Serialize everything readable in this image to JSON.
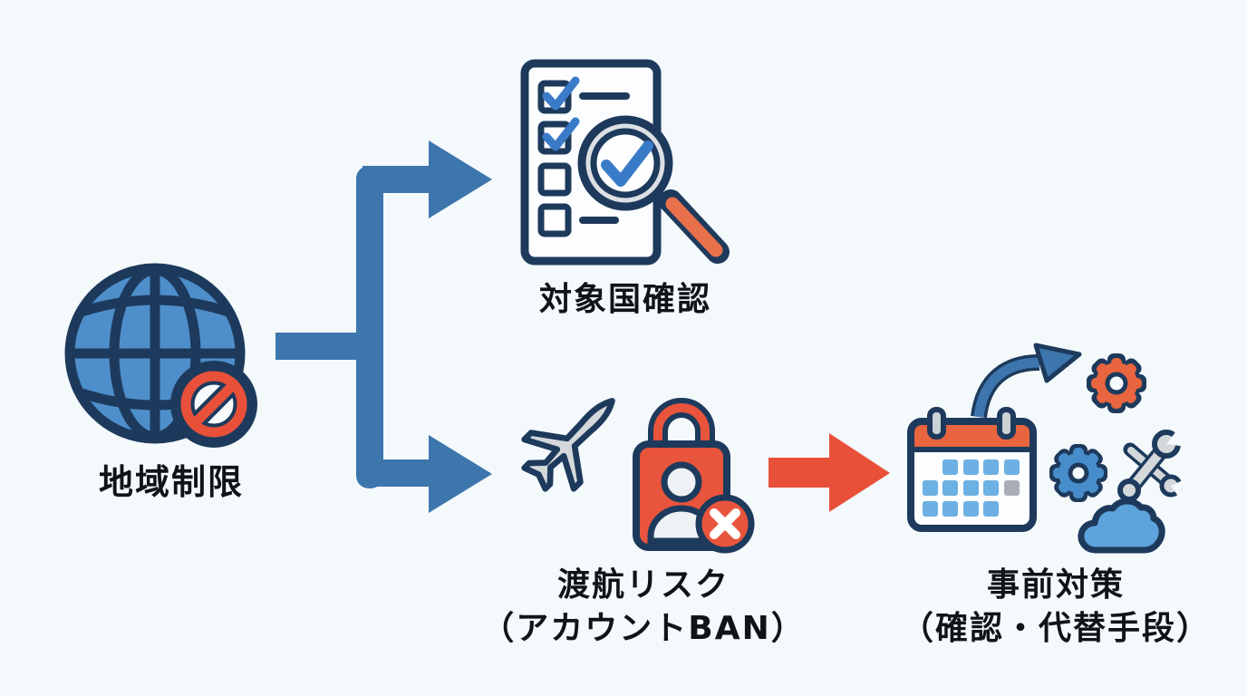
{
  "nodes": {
    "region": {
      "label": "地域制限"
    },
    "target_check": {
      "label": "対象国確認"
    },
    "travel_risk": {
      "label_line1": "渡航リスク",
      "label_line2": "（アカウントBAN）"
    },
    "advance_measures": {
      "label_line1": "事前対策",
      "label_line2": "（確認・代替手段）"
    }
  },
  "icons": [
    "globe-prohibited-icon",
    "checklist-magnifier-icon",
    "airplane-icon",
    "lock-account-ban-icon",
    "calendar-icon",
    "curved-arrow-icon",
    "gear-orange-icon",
    "gear-blue-icon",
    "wrench-icon",
    "cloud-icon"
  ],
  "arrows": {
    "branch_split": "blue",
    "risk_to_measures": "red"
  },
  "colors": {
    "background": "#f4f9fb",
    "flow_blue": "#3d76ad",
    "outline_navy": "#1d3a5c",
    "alert_red": "#e8503a",
    "accent_orange": "#e8653f",
    "globe_blue": "#4e8fcb",
    "check_blue": "#3a7bc8",
    "steel_gray": "#d4d8db",
    "cell_blue": "#6db0e3",
    "cell_gray": "#a8aeb4",
    "cloud_blue": "#5da3dc",
    "label_black": "#101418"
  }
}
